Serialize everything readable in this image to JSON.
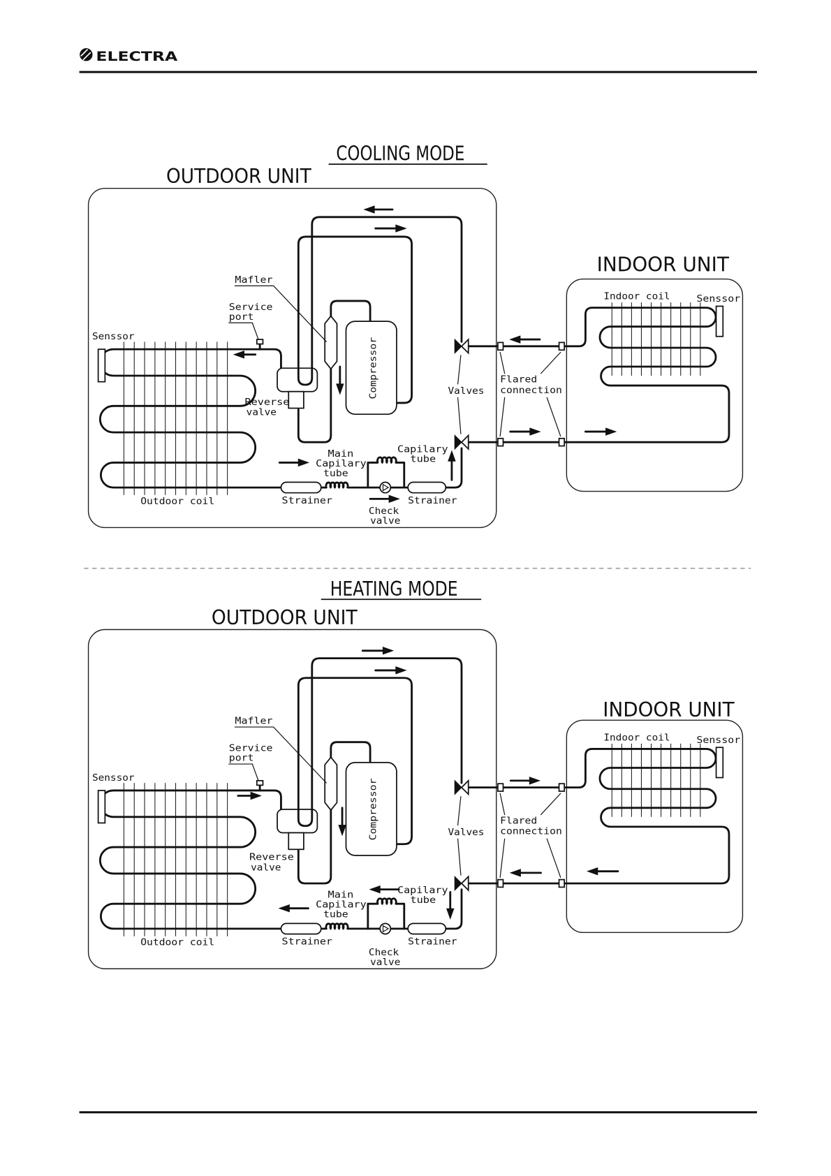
{
  "header": {
    "logo_text": "ELECTRA"
  },
  "cooling": {
    "title": "COOLING MODE",
    "outdoor_unit": "OUTDOOR UNIT",
    "indoor_unit": "INDOOR UNIT",
    "labels": {
      "mafler": "Mafler",
      "service": "Service",
      "port": "port",
      "outdoor_sensor": "Senssor",
      "reverse": "Reverse",
      "reverse_valve": "valve",
      "outdoor_coil": "Outdoor coil",
      "compressor": "Compressor",
      "valves": "Valves",
      "flared": "Flared",
      "connection": "connection",
      "indoor_coil": "Indoor coil",
      "indoor_sensor": "Senssor",
      "main": "Main",
      "main_capilary": "Capilary",
      "main_tube": "tube",
      "capilary": "Capilary",
      "capilary_tube": "tube",
      "strainer_left": "Strainer",
      "strainer_right": "Strainer",
      "check": "Check",
      "check_valve": "valve"
    },
    "flow_arrows": [
      "arrow-left",
      "arrow-right",
      "arrow-left",
      "arrow-down",
      "arrow-left",
      "arrow-right",
      "arrow-right",
      "arrow-right",
      "arrow-right",
      "arrow-up"
    ]
  },
  "heating": {
    "title": "HEATING MODE",
    "outdoor_unit": "OUTDOOR UNIT",
    "indoor_unit": "INDOOR UNIT",
    "labels": {
      "mafler": "Mafler",
      "service": "Service",
      "port": "port",
      "outdoor_sensor": "Senssor",
      "reverse": "Reverse",
      "reverse_valve": "valve",
      "outdoor_coil": "Outdoor coil",
      "compressor": "Compressor",
      "valves": "Valves",
      "flared": "Flared",
      "connection": "connection",
      "indoor_coil": "Indoor coil",
      "indoor_sensor": "Senssor",
      "main": "Main",
      "main_capilary": "Capilary",
      "main_tube": "tube",
      "capilary": "Capilary",
      "capilary_tube": "tube",
      "strainer_left": "Strainer",
      "strainer_right": "Strainer",
      "check": "Check",
      "check_valve": "valve"
    },
    "flow_arrows": [
      "arrow-right",
      "arrow-right",
      "arrow-right",
      "arrow-down",
      "arrow-right",
      "arrow-left",
      "arrow-left",
      "arrow-left",
      "arrow-left",
      "arrow-down"
    ]
  }
}
